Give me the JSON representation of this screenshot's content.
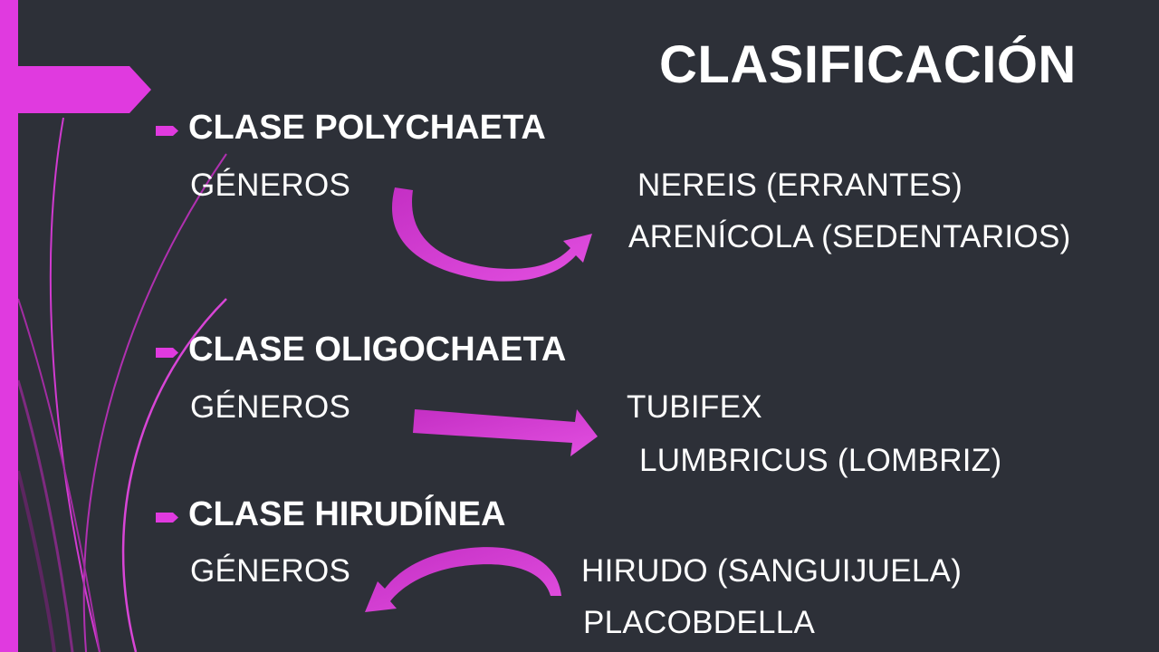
{
  "slide": {
    "title": "CLASIFICACIÓN",
    "accent_color": "#e03adf",
    "background_color": "#2d3038"
  },
  "sections": [
    {
      "class_label": "CLASE POLYCHAETA",
      "genera_label": "GÉNEROS",
      "genera": [
        "NEREIS (ERRANTES)",
        "ARENÍCOLA  (SEDENTARIOS)"
      ],
      "arrow_icon": "curved-arrow-up-right"
    },
    {
      "class_label": "CLASE OLIGOCHAETA",
      "genera_label": "GÉNEROS",
      "genera": [
        "TUBIFEX",
        "LUMBRICUS  (LOMBRIZ)"
      ],
      "arrow_icon": "straight-arrow-right"
    },
    {
      "class_label": "CLASE HIRUDÍNEA",
      "genera_label": "GÉNEROS",
      "genera": [
        "HIRUDO  (SANGUIJUELA)",
        "PLACOBDELLA"
      ],
      "arrow_icon": "curved-arrow-down-left"
    }
  ]
}
